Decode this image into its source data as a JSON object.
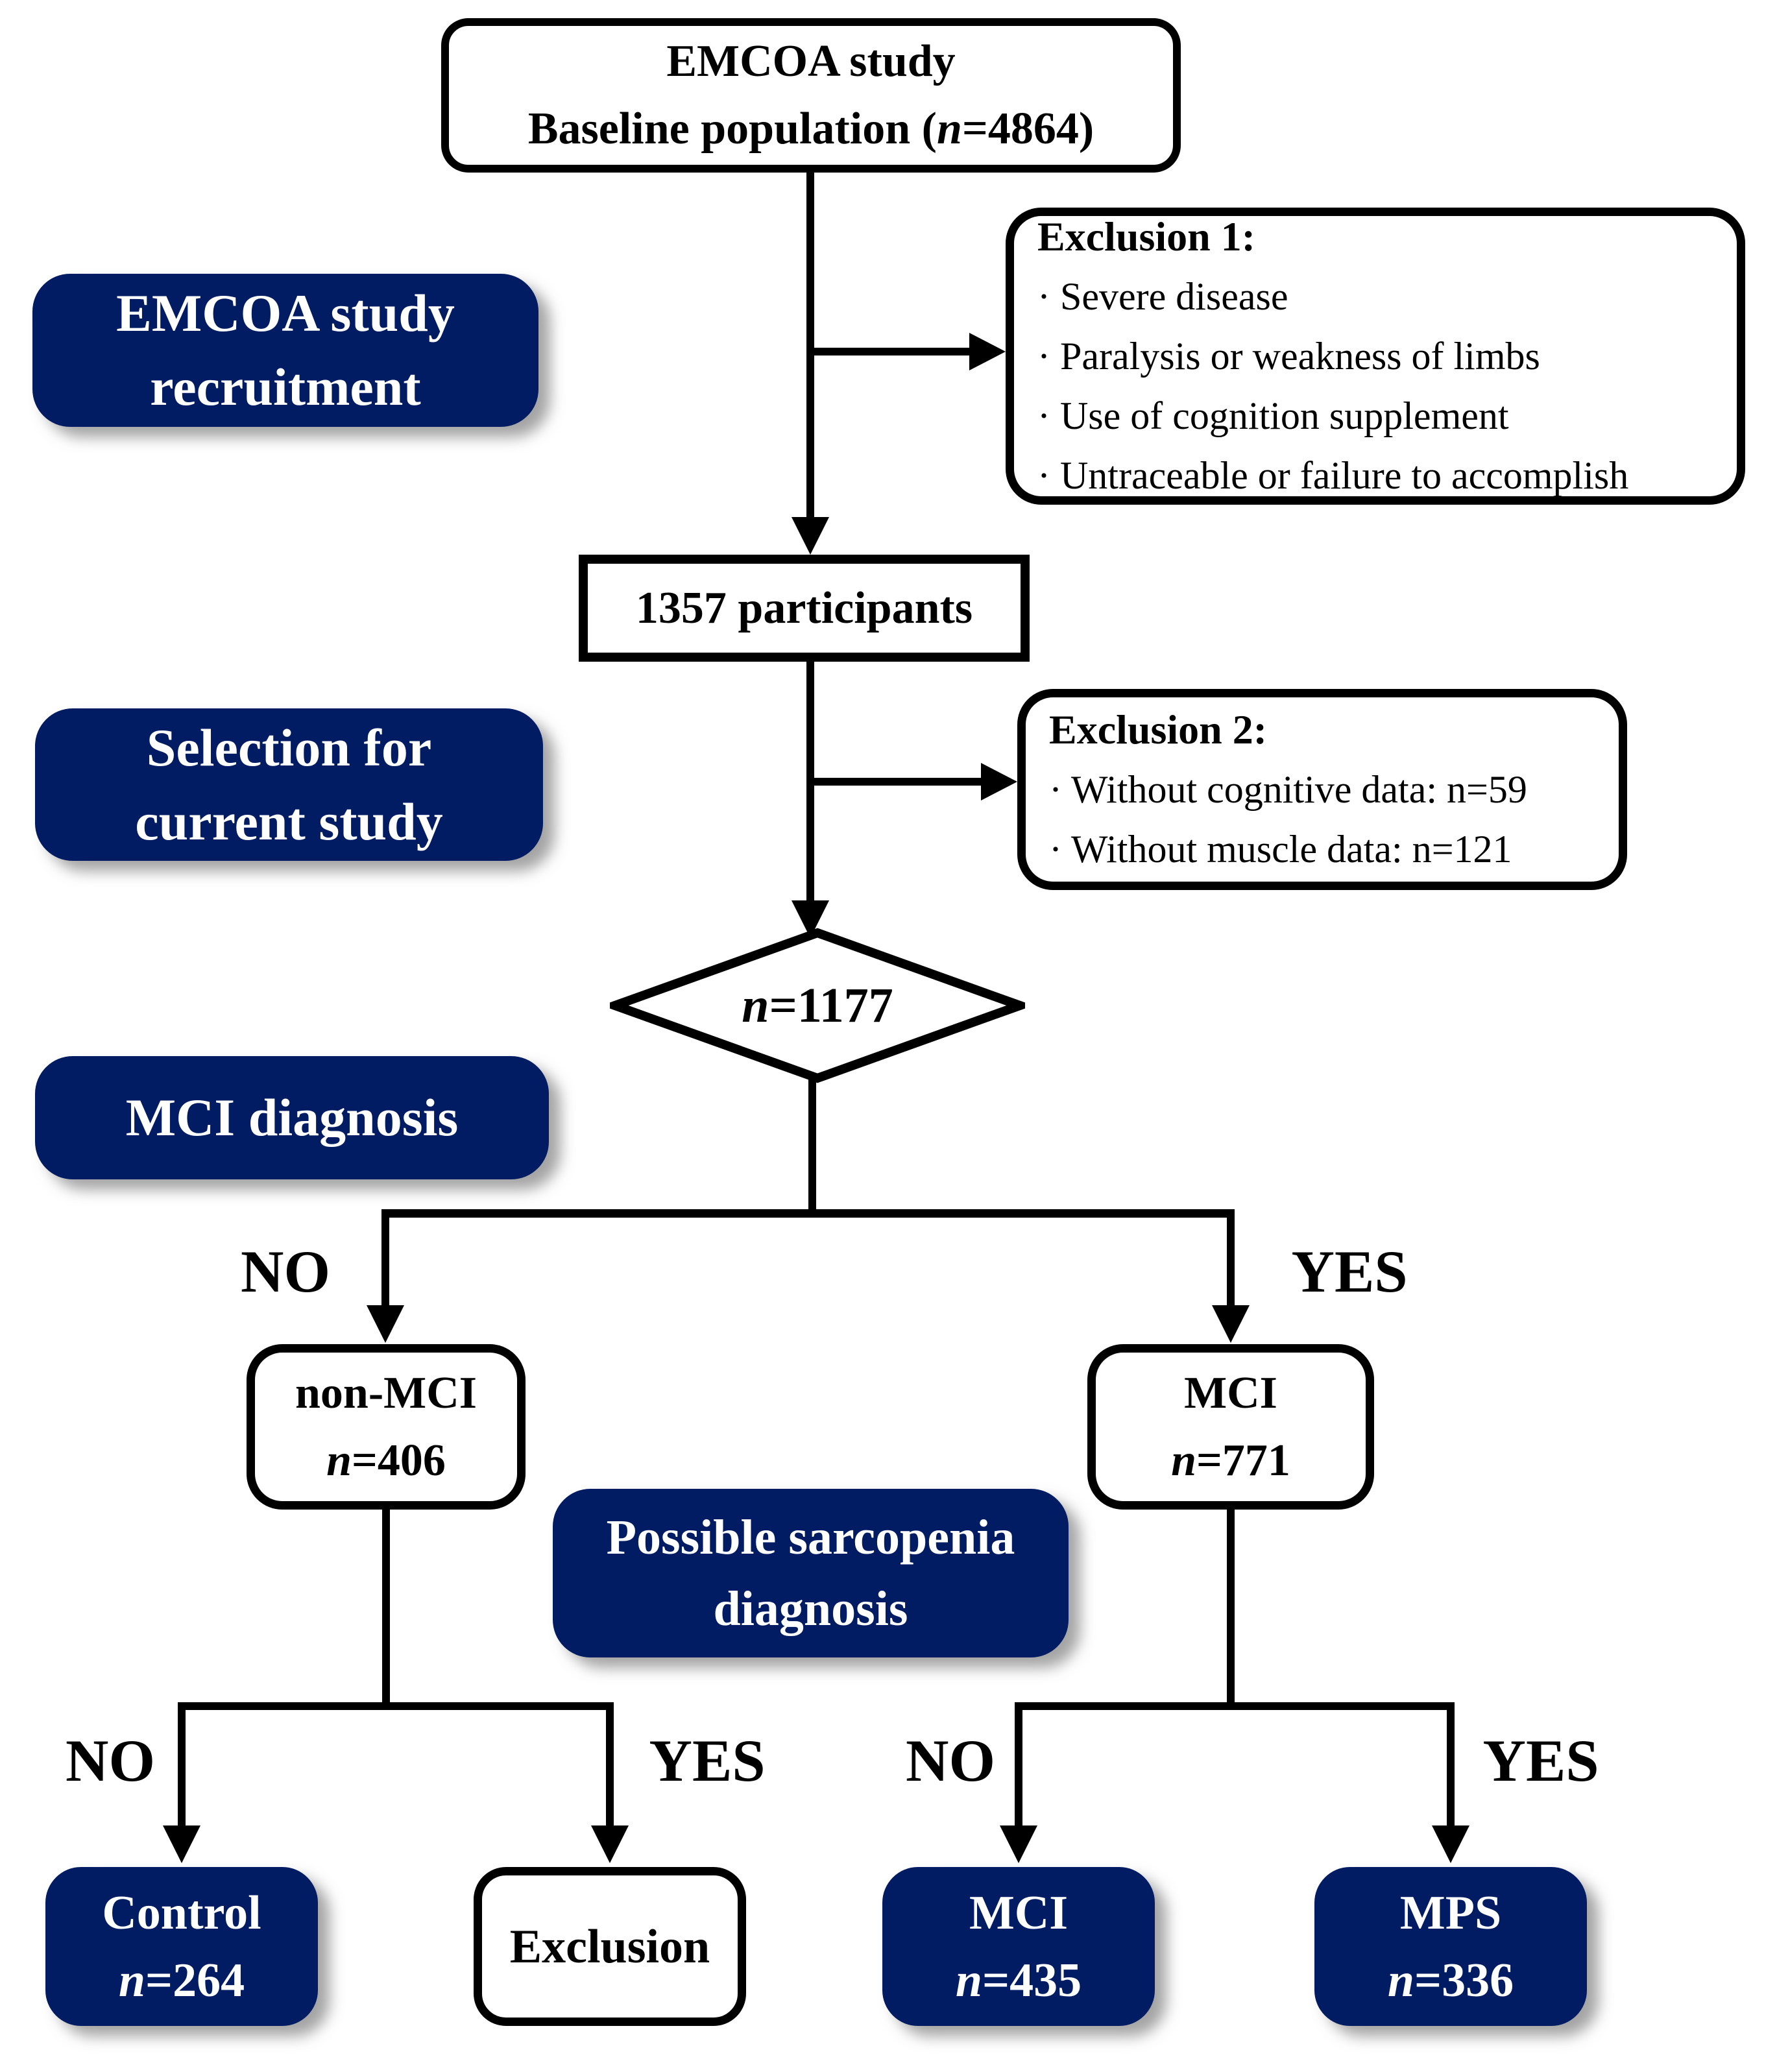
{
  "palette": {
    "navy": "#021c63",
    "black": "#000000",
    "white": "#ffffff"
  },
  "top_box": {
    "line1": "EMCOA study",
    "line2_pre": "Baseline population (",
    "line2_n": "n",
    "line2_post": "=4864)"
  },
  "stage_labels": {
    "recruitment_line1": "EMCOA study",
    "recruitment_line2": "recruitment",
    "selection_line1": "Selection for",
    "selection_line2": "current study",
    "mci": "MCI diagnosis",
    "sarcopenia_line1": "Possible sarcopenia",
    "sarcopenia_line2": "diagnosis"
  },
  "exclusion1": {
    "title": "Exclusion 1:",
    "items": [
      "· Severe disease",
      "· Paralysis or weakness of limbs",
      "· Use of cognition supplement",
      "· Untraceable or failure to accomplish"
    ]
  },
  "participants_box": {
    "text": "1357 participants"
  },
  "exclusion2": {
    "title": "Exclusion 2:",
    "items": [
      "· Without cognitive data: n=59",
      "· Without muscle data: n=121"
    ]
  },
  "diamond": {
    "n": "n",
    "value": "=1177"
  },
  "branch_labels": {
    "mci_no": "NO",
    "mci_yes": "YES",
    "left_no": "NO",
    "left_yes": "YES",
    "right_no": "NO",
    "right_yes": "YES"
  },
  "nodes": {
    "non_mci": {
      "line1": "non-MCI",
      "n": "n",
      "value": "=406"
    },
    "mci": {
      "line1": "MCI",
      "n": "n",
      "value": "=771"
    },
    "control": {
      "line1": "Control",
      "n": "n",
      "value": "=264"
    },
    "exclusion": {
      "line1": "Exclusion"
    },
    "mci_final": {
      "line1": "MCI",
      "n": "n",
      "value": "=435"
    },
    "mps": {
      "line1": "MPS",
      "n": "n",
      "value": "=336"
    }
  }
}
